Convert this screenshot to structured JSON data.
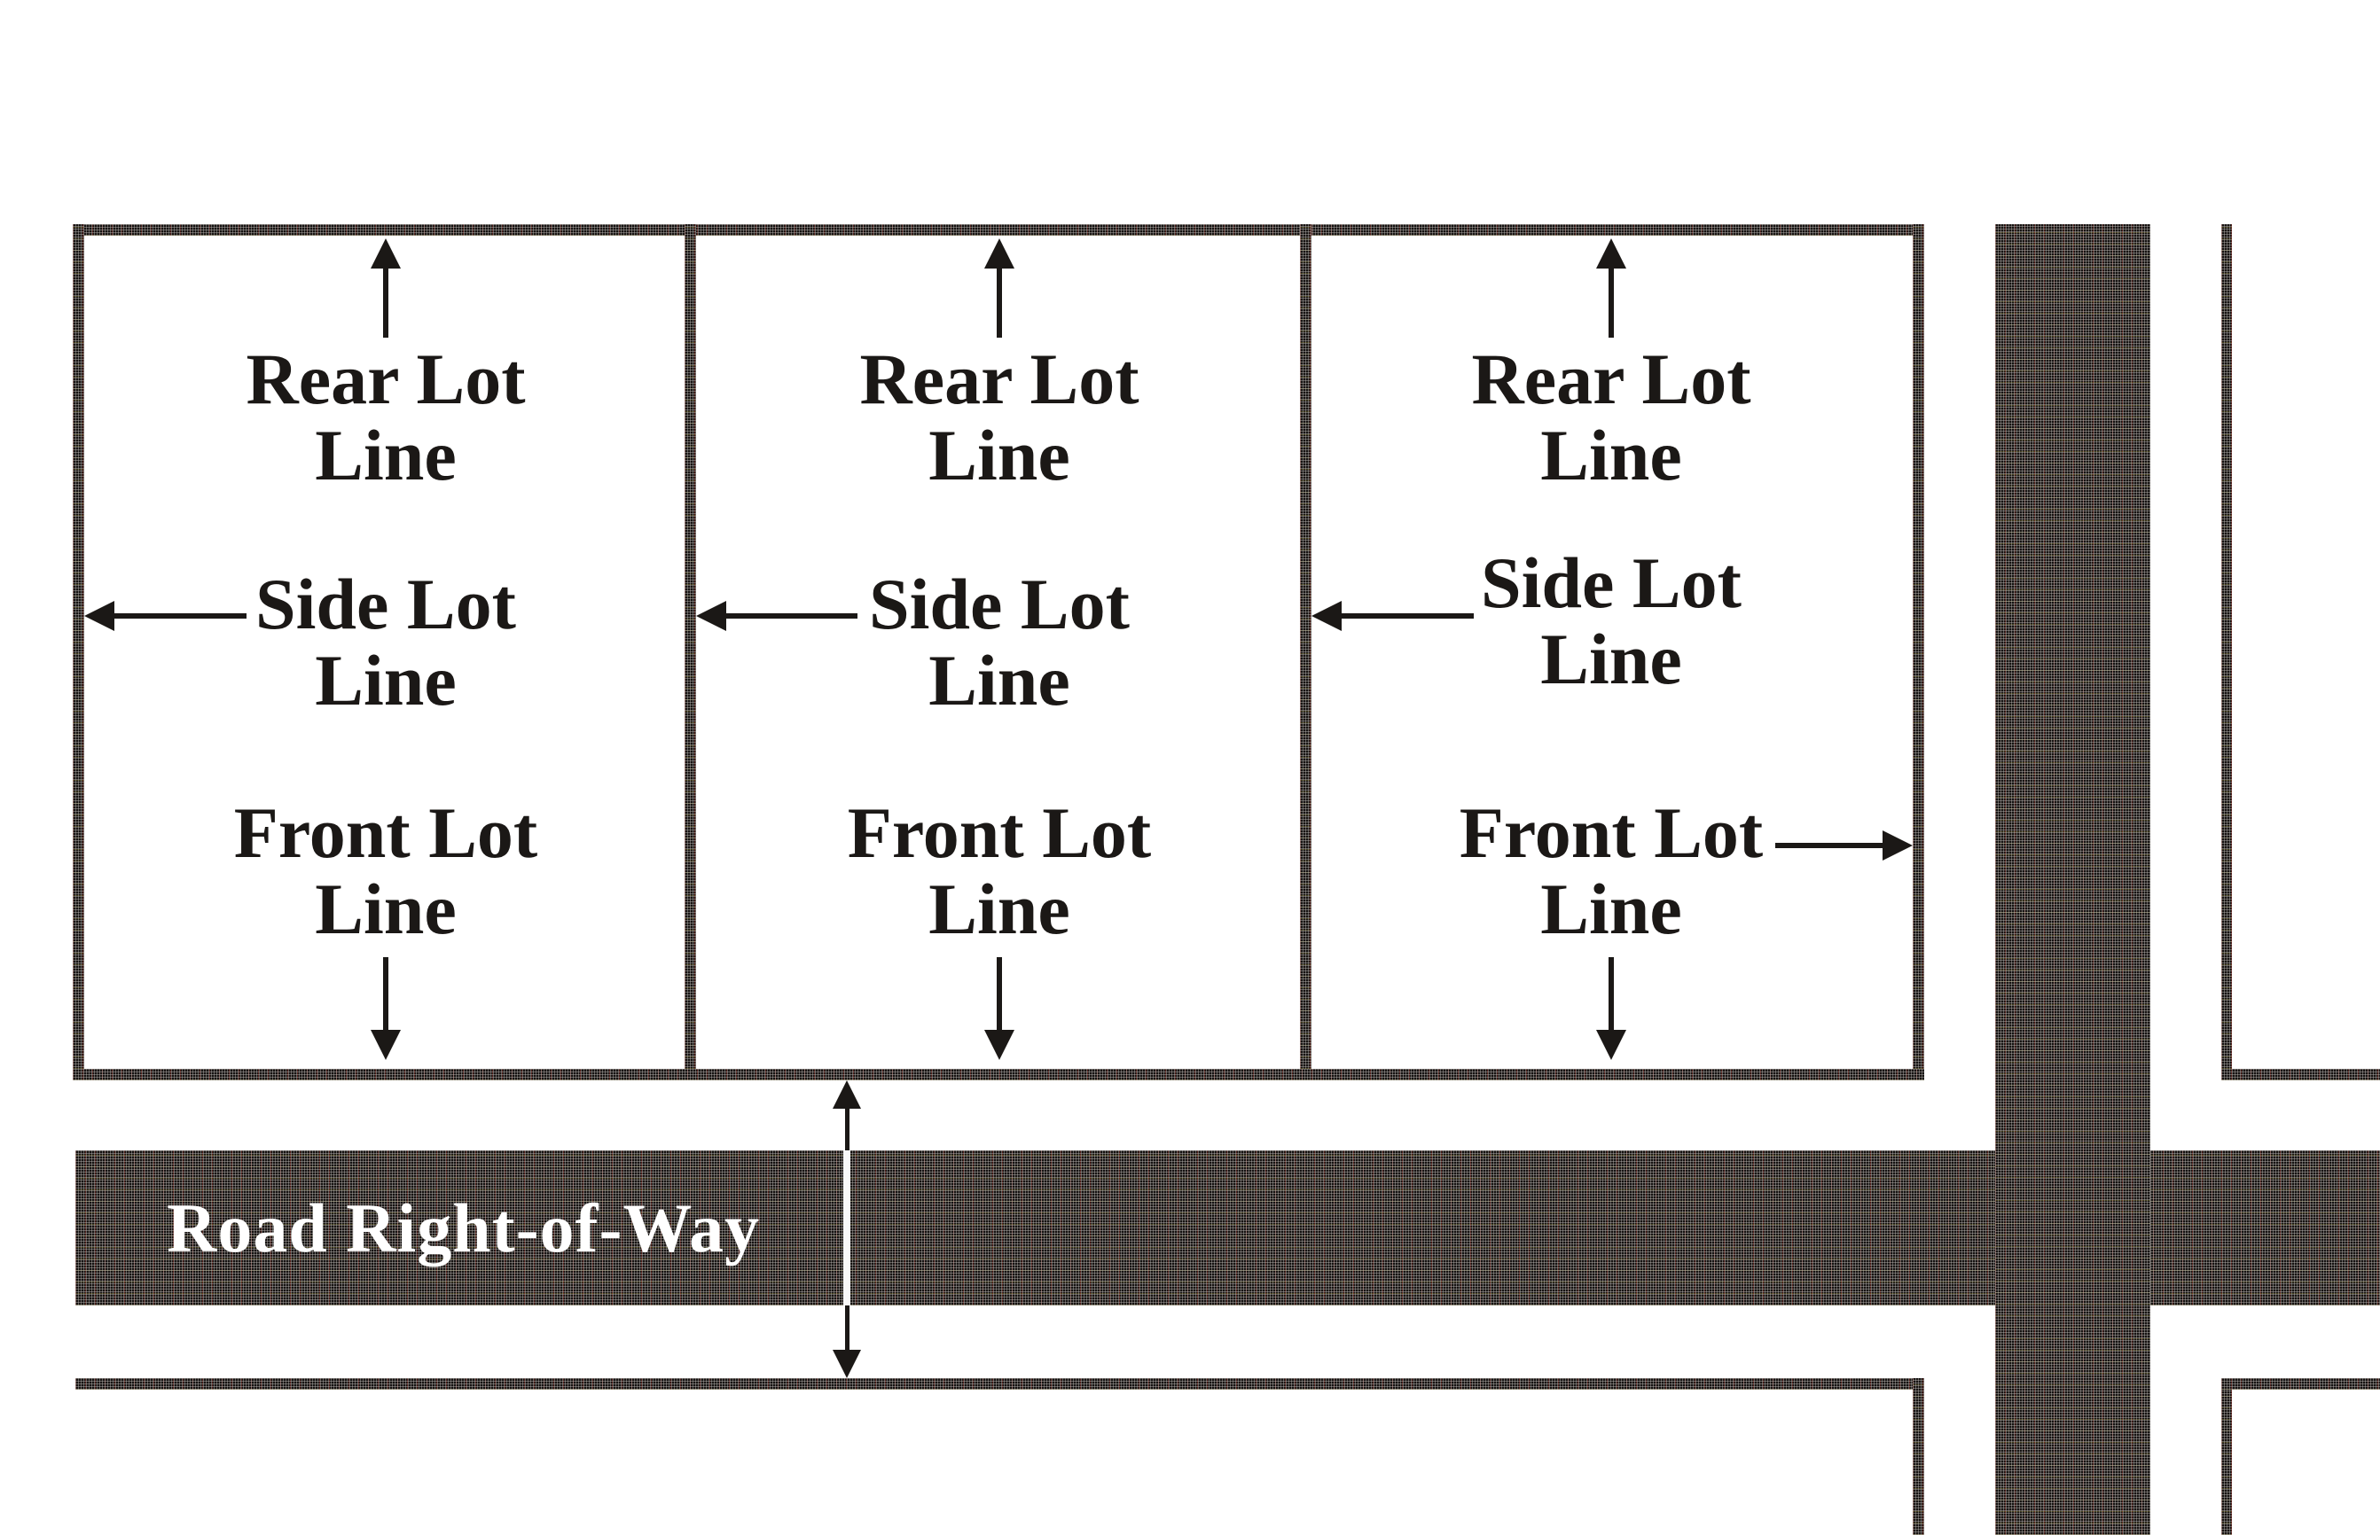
{
  "road": {
    "label": "Road Right-of-Way"
  },
  "lots": [
    {
      "rear": {
        "line1": "Rear Lot",
        "line2": "Line"
      },
      "side": {
        "line1": "Side Lot",
        "line2": "Line"
      },
      "front": {
        "line1": "Front Lot",
        "line2": "Line"
      }
    },
    {
      "rear": {
        "line1": "Rear Lot",
        "line2": "Line"
      },
      "side": {
        "line1": "Side Lot",
        "line2": "Line"
      },
      "front": {
        "line1": "Front Lot",
        "line2": "Line"
      }
    },
    {
      "rear": {
        "line1": "Rear Lot",
        "line2": "Line"
      },
      "side": {
        "line1": "Side Lot",
        "line2": "Line"
      },
      "front": {
        "line1": "Front Lot",
        "line2": "Line"
      }
    }
  ],
  "colors": {
    "background": "#ffffff",
    "ink_dark": "#2e2a27",
    "label_text": "#1b1816",
    "road_label_text": "#ffffff"
  }
}
